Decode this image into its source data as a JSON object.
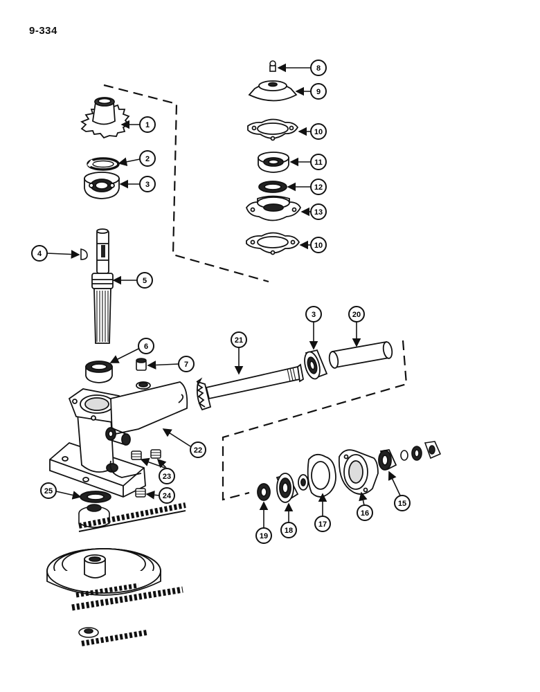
{
  "page_number": "9-334",
  "callouts": {
    "c1": "1",
    "c2": "2",
    "c3a": "3",
    "c4": "4",
    "c5": "5",
    "c6": "6",
    "c7": "7",
    "c8": "8",
    "c9": "9",
    "c10a": "10",
    "c11": "11",
    "c12": "12",
    "c13": "13",
    "c10b": "10",
    "c3b": "3",
    "c20": "20",
    "c21": "21",
    "c22": "22",
    "c23": "23",
    "c24": "24",
    "c25": "25",
    "c15": "15",
    "c16": "16",
    "c17": "17",
    "c18": "18",
    "c19": "19"
  }
}
